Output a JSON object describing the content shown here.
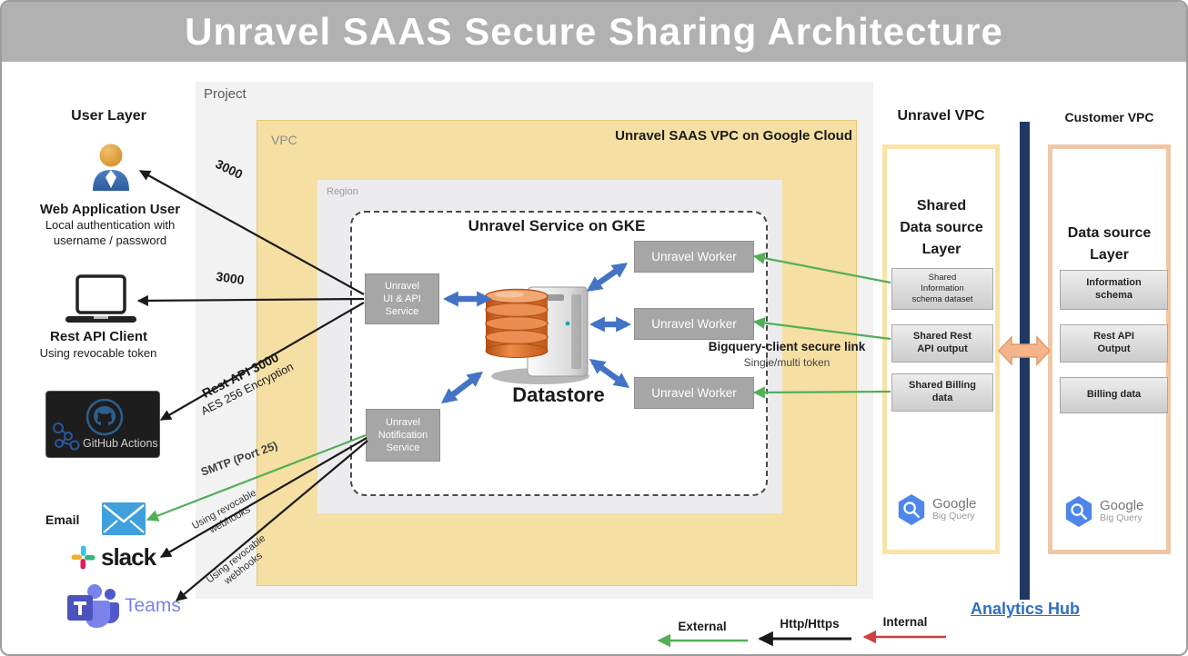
{
  "title": "Unravel SAAS Secure Sharing Architecture",
  "project": {
    "label": "Project"
  },
  "vpc": {
    "label": "VPC",
    "title": "Unravel SAAS VPC on Google Cloud"
  },
  "region": {
    "label": "Region"
  },
  "gke": {
    "title": "Unravel Service on GKE",
    "ui_api_label": "Unravel\nUI & API\nService",
    "datastore_label": "Datastore",
    "workers": [
      "Unravel Worker",
      "Unravel Worker",
      "Unravel Worker"
    ],
    "notification_label": "Unravel\nNotification\nService"
  },
  "user_layer": {
    "heading": "User Layer",
    "web_user": {
      "title": "Web Application User",
      "subtitle": "Local authentication with\nusername / password"
    },
    "rest_client": {
      "title": "Rest API Client",
      "subtitle": "Using revocable token"
    },
    "github": {
      "label": "GitHub Actions"
    },
    "email": {
      "label": "Email"
    },
    "slack": {
      "label": "slack"
    },
    "teams": {
      "label": "Teams"
    }
  },
  "connections": {
    "web_port": "3000",
    "rest_port": "3000",
    "rest_api_line1": "Rest API 3000",
    "rest_api_line2": "AES 256 Encryption",
    "smtp": "SMTP (Port 25)",
    "webhook_slack": "Using revocable\nwebhooks",
    "webhook_teams": "Using revocable\nwebhooks",
    "bigquery_link_title": "Bigquery-client secure link",
    "bigquery_link_sub": "Single/multi token"
  },
  "unravel_vpc": {
    "heading": "Unravel VPC",
    "layer_title": "Shared\nData source\nLayer",
    "boxes": [
      "Shared\nInformation\nschema dataset",
      "Shared Rest\nAPI output",
      "Shared Billing\ndata"
    ],
    "bigquery": {
      "brand": "Google",
      "product": "Big Query"
    }
  },
  "customer_vpc": {
    "heading": "Customer VPC",
    "layer_title": "Data source\nLayer",
    "boxes": [
      "Information\nschema",
      "Rest API\nOutput",
      "Billing data"
    ],
    "bigquery": {
      "brand": "Google",
      "product": "Big Query"
    }
  },
  "analytics_hub": {
    "label": "Analytics Hub",
    "color": "#2e6fc0"
  },
  "legend": [
    {
      "label": "External",
      "color": "#53ae58"
    },
    {
      "label": "Http/Https",
      "color": "#1a1a1a"
    },
    {
      "label": "Internal",
      "color": "#cf4040"
    }
  ],
  "colors": {
    "vpc_fill": "#f5dfa2",
    "unravel_vpc_border": "#f9e4a6",
    "customer_vpc_border": "#f0c7a6",
    "analytics_bar": "#203864",
    "internal_link_blue": "#4472c4",
    "node_gray": "#a6a6a6"
  }
}
